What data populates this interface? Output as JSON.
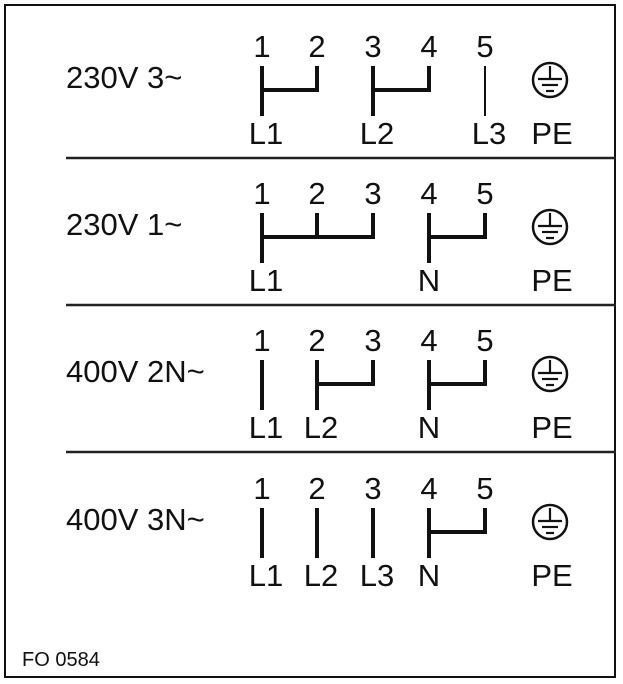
{
  "code": "FO 0584",
  "pe_label": "PE",
  "terminals": [
    "1",
    "2",
    "3",
    "4",
    "5"
  ],
  "configurations": [
    {
      "voltage": "230V 3~",
      "bridges": [
        [
          1,
          2
        ],
        [
          3,
          4
        ]
      ],
      "phases": [
        {
          "label": "L1",
          "terminal": 1
        },
        {
          "label": "L2",
          "terminal": 3
        },
        {
          "label": "L3",
          "terminal": 5
        }
      ]
    },
    {
      "voltage": "230V 1~",
      "bridges": [
        [
          1,
          2,
          3
        ],
        [
          4,
          5
        ]
      ],
      "phases": [
        {
          "label": "L1",
          "terminal": 1
        },
        {
          "label": "N",
          "terminal": 4
        }
      ]
    },
    {
      "voltage": "400V 2N~",
      "bridges": [
        [
          2,
          3
        ],
        [
          4,
          5
        ]
      ],
      "phases": [
        {
          "label": "L1",
          "terminal": 1
        },
        {
          "label": "L2",
          "terminal": 2
        },
        {
          "label": "N",
          "terminal": 4
        }
      ]
    },
    {
      "voltage": "400V 3N~",
      "bridges": [
        [
          4,
          5
        ]
      ],
      "phases": [
        {
          "label": "L1",
          "terminal": 1
        },
        {
          "label": "L2",
          "terminal": 2
        },
        {
          "label": "L3",
          "terminal": 3
        },
        {
          "label": "N",
          "terminal": 4
        }
      ]
    }
  ]
}
